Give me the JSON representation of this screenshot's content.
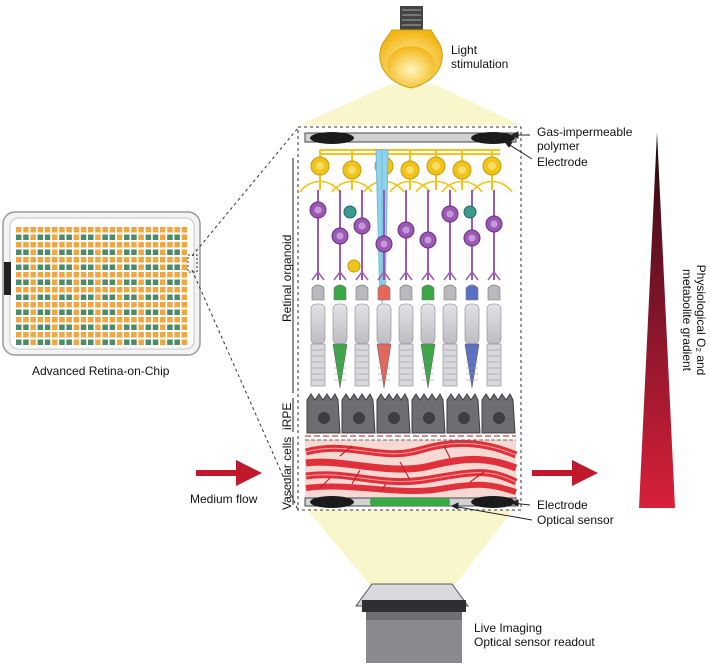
{
  "labels": {
    "light": "Light\nstimulation",
    "gas_polymer": "Gas-impermeable\npolymer",
    "electrode_top": "Electrode",
    "electrode_bottom": "Electrode",
    "optical_sensor": "Optical sensor",
    "live_imaging": "Live Imaging\nOptical sensor readout",
    "chip": "Advanced Retina-on-Chip",
    "medium_flow": "Medium flow",
    "retinal_organoid": "Retinal organoid",
    "irpe": "iRPE",
    "vascular_cells": "Vascular cells",
    "gradient_line1": "Physiological O₂ and",
    "gradient_line2": "metabolite gradient"
  },
  "colors": {
    "bulb": "#f5c518",
    "beam": "#fbf7cf",
    "ganglion": "#f0c419",
    "bipolar": "#9b59b6",
    "muller": "#8fd3ef",
    "cone_red": "#e8655a",
    "cone_green": "#3aa845",
    "cone_blue": "#5b6fc4",
    "rod": "#c8c8cc",
    "rpe": "#6e6e72",
    "vessel": "#e0303a",
    "sensor": "#3aa845",
    "arrow": "#c2182b",
    "chip_well": "#f0a742"
  },
  "icons": [
    "light-bulb-icon",
    "microscope-icon",
    "flow-arrow-icon"
  ]
}
